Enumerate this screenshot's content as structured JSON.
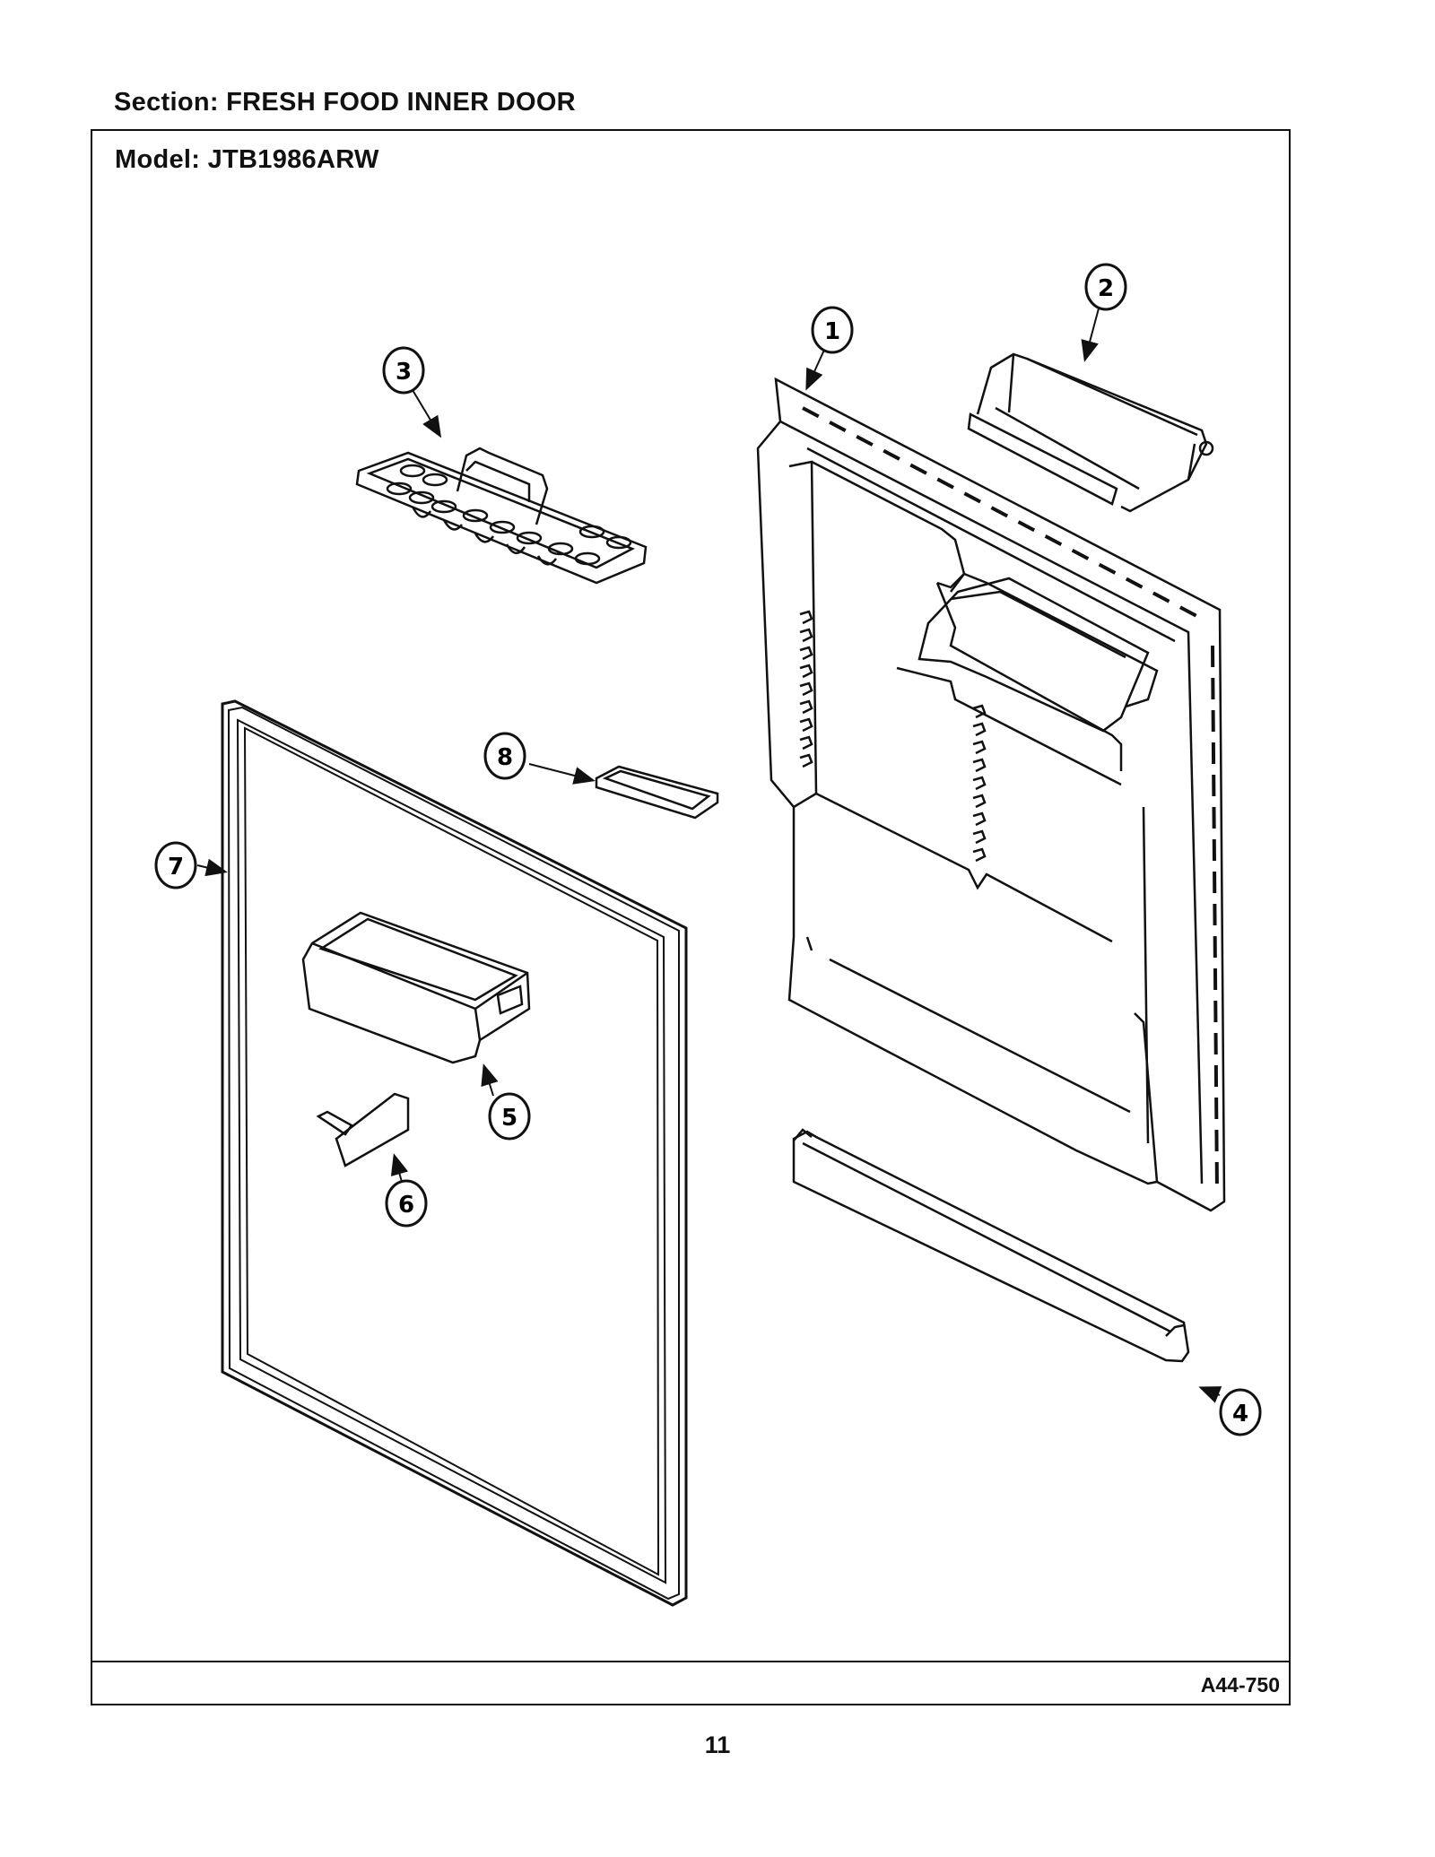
{
  "header": {
    "section_label": "Section:  FRESH FOOD INNER DOOR",
    "model_label": "Model:  JTB1986ARW"
  },
  "footer": {
    "drawing_id": "A44-750",
    "page_number": "11"
  },
  "callouts": [
    {
      "id": "callout-1",
      "label": "1"
    },
    {
      "id": "callout-2",
      "label": "2"
    },
    {
      "id": "callout-3",
      "label": "3"
    },
    {
      "id": "callout-4",
      "label": "4"
    },
    {
      "id": "callout-5",
      "label": "5"
    },
    {
      "id": "callout-6",
      "label": "6"
    },
    {
      "id": "callout-7",
      "label": "7"
    },
    {
      "id": "callout-8",
      "label": "8"
    }
  ]
}
